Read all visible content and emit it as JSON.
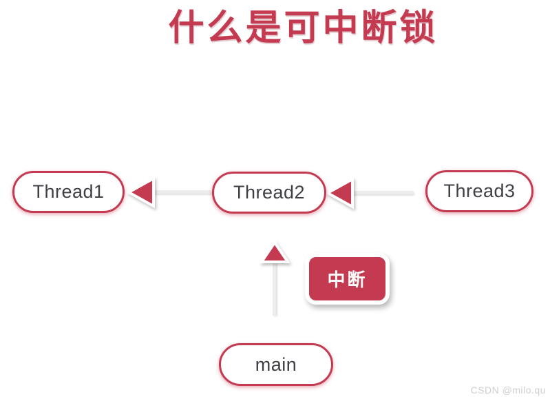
{
  "title": "什么是可中断锁",
  "nodes": [
    {
      "id": "thread1",
      "label": "Thread1"
    },
    {
      "id": "thread2",
      "label": "Thread2"
    },
    {
      "id": "thread3",
      "label": "Thread3"
    },
    {
      "id": "main",
      "label": "main"
    }
  ],
  "interrupt_button": {
    "label": "中断"
  },
  "edges": [
    {
      "from": "thread2",
      "to": "thread1",
      "direction": "left"
    },
    {
      "from": "thread3",
      "to": "thread2",
      "direction": "left"
    },
    {
      "from": "main",
      "to": "thread2",
      "direction": "up"
    }
  ],
  "watermark": "CSDN @milo.qu",
  "colors": {
    "accent": "#C43A50",
    "node_border": "#C43A50",
    "node_text": "#3F4045",
    "connector_line": "#EDEDED",
    "arrowhead_outline": "#FFFFFF",
    "button_background": "#C43A50",
    "button_text": "#FFFFFF",
    "watermark_text": "#CFCFCF",
    "background": "#FFFFFF"
  }
}
